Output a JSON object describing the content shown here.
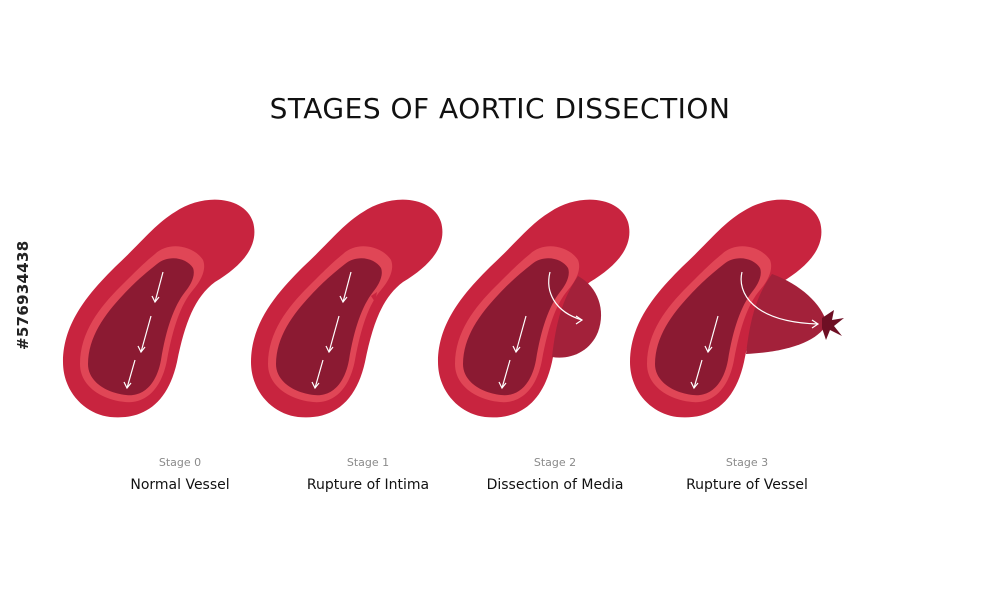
{
  "title": "STAGES OF AORTIC DISSECTION",
  "stages": [
    {
      "number": "Stage 0",
      "label": "Normal Vessel"
    },
    {
      "number": "Stage 1",
      "label": "Rupture of Intima"
    },
    {
      "number": "Stage 2",
      "label": "Dissection of Media"
    },
    {
      "number": "Stage 3",
      "label": "Rupture of Vessel"
    }
  ],
  "side_id": "#576934438",
  "colors": {
    "outer_wall": "#c8243f",
    "inner_wall": "#e04656",
    "lumen": "#8b1a32",
    "arrow": "#ffffff",
    "hematoma": "#a3213a",
    "rupture": "#6e0f24"
  }
}
